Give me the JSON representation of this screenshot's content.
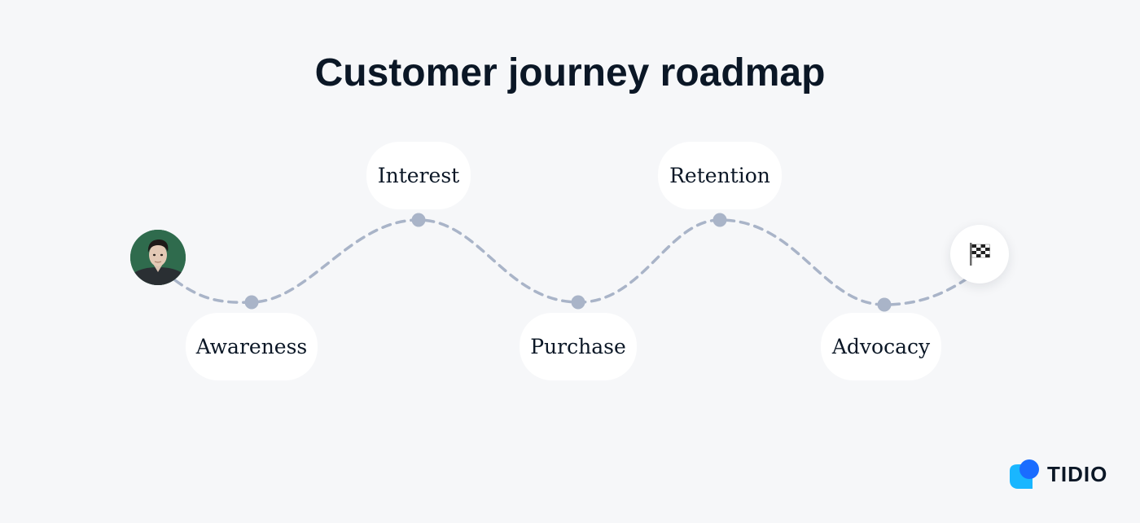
{
  "title": "Customer journey roadmap",
  "stages": [
    {
      "label": "Awareness"
    },
    {
      "label": "Interest"
    },
    {
      "label": "Purchase"
    },
    {
      "label": "Retention"
    },
    {
      "label": "Advocacy"
    }
  ],
  "start_marker": {
    "icon": "person-avatar"
  },
  "end_marker": {
    "icon": "checkered-flag-icon"
  },
  "brand": {
    "name": "TIDIO",
    "logo_icon": "tidio-logo-icon"
  },
  "colors": {
    "background": "#f6f7f9",
    "path": "#a9b4c8",
    "title": "#0b1726",
    "logo_blue": "#1a6cff",
    "logo_cyan": "#19b6ff"
  }
}
